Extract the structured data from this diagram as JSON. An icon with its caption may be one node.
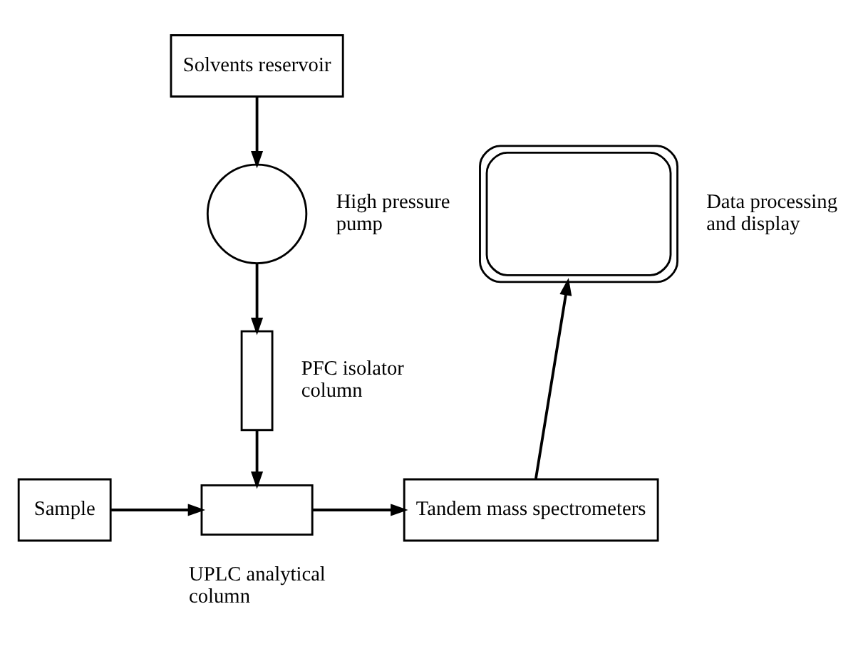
{
  "diagram": {
    "nodes": [
      {
        "text": [
          "Solvents reservoir"
        ]
      },
      {
        "text": [],
        "shape": "circle",
        "beside": [
          "High pressure pump"
        ]
      },
      {
        "text": [],
        "shape": "bar",
        "beside": [
          "PFC isolator column"
        ]
      },
      {
        "text": [
          "Sample"
        ]
      },
      {
        "text": [],
        "shape": "box",
        "beside": [
          "UPLC analytical column"
        ]
      },
      {
        "text": [
          "Tandem mass spectrometers"
        ]
      },
      {
        "text": [],
        "shape": "picture",
        "beside": [
          "Data processing and display"
        ]
      }
    ],
    "edges": [
      {
        "from": 0,
        "to": 1,
        "arrow": "to"
      },
      {
        "from": 1,
        "to": 2,
        "arrow": "to"
      },
      {
        "from": 2,
        "to": 4,
        "arrow": "to"
      },
      {
        "from": 3,
        "to": 4,
        "arrow": "to"
      },
      {
        "from": 4,
        "to": 5,
        "arrow": "to"
      },
      {
        "from": 5,
        "to": 6,
        "arrow": "to"
      }
    ]
  }
}
